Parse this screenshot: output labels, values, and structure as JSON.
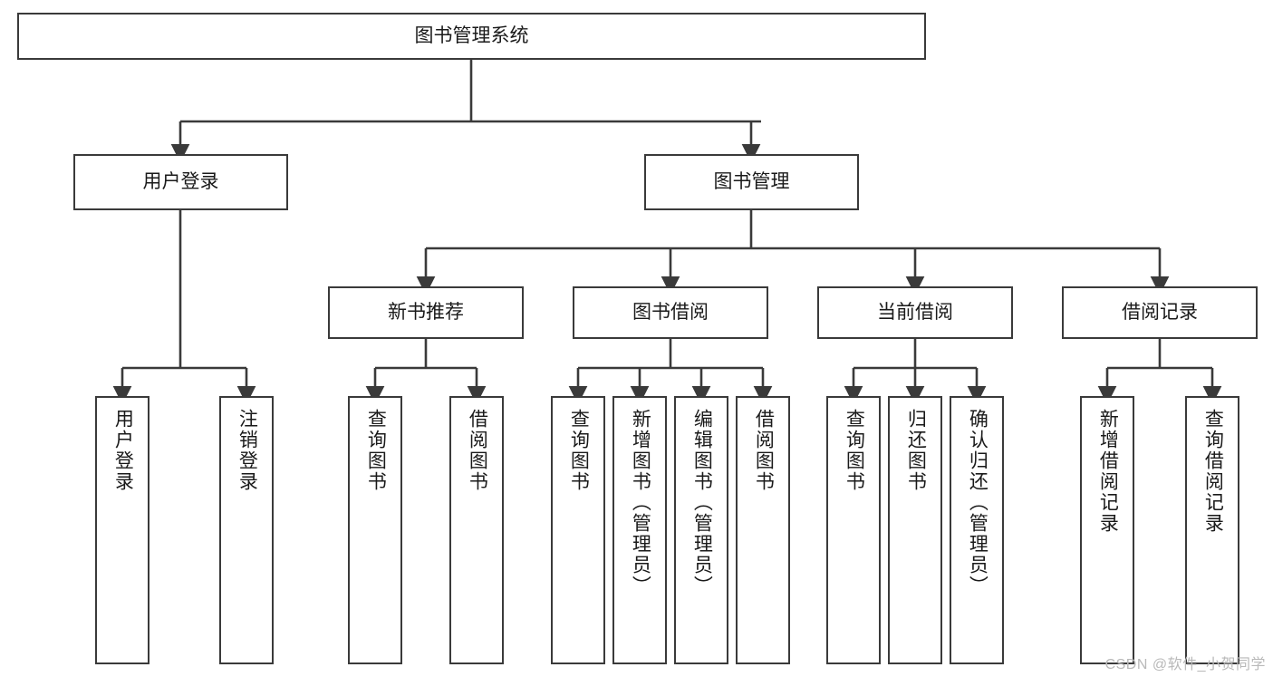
{
  "diagram": {
    "title": "图书管理系统",
    "type": "hierarchy-tree",
    "root": {
      "label": "图书管理系统"
    },
    "level2": [
      {
        "label": "用户登录"
      },
      {
        "label": "图书管理"
      }
    ],
    "level3": [
      {
        "label": "新书推荐"
      },
      {
        "label": "图书借阅"
      },
      {
        "label": "当前借阅"
      },
      {
        "label": "借阅记录"
      }
    ],
    "leaves": [
      {
        "label": "用户登录",
        "parent": "用户登录"
      },
      {
        "label": "注销登录",
        "parent": "用户登录"
      },
      {
        "label": "查询图书",
        "parent": "新书推荐"
      },
      {
        "label": "借阅图书",
        "parent": "新书推荐"
      },
      {
        "label": "查询图书",
        "parent": "图书借阅"
      },
      {
        "label": "新增图书（管理员）",
        "parent": "图书借阅"
      },
      {
        "label": "编辑图书（管理员）",
        "parent": "图书借阅"
      },
      {
        "label": "借阅图书",
        "parent": "图书借阅"
      },
      {
        "label": "查询图书",
        "parent": "当前借阅"
      },
      {
        "label": "归还图书",
        "parent": "当前借阅"
      },
      {
        "label": "确认归还（管理员）",
        "parent": "当前借阅"
      },
      {
        "label": "新增借阅记录",
        "parent": "借阅记录"
      },
      {
        "label": "查询借阅记录",
        "parent": "借阅记录"
      }
    ]
  },
  "watermark": {
    "text": "CSDN @软件_小贺同学"
  },
  "colors": {
    "border": "#3a3a3a",
    "background": "#ffffff",
    "text": "#1a1a1a",
    "watermark": "#b9b9b9"
  }
}
